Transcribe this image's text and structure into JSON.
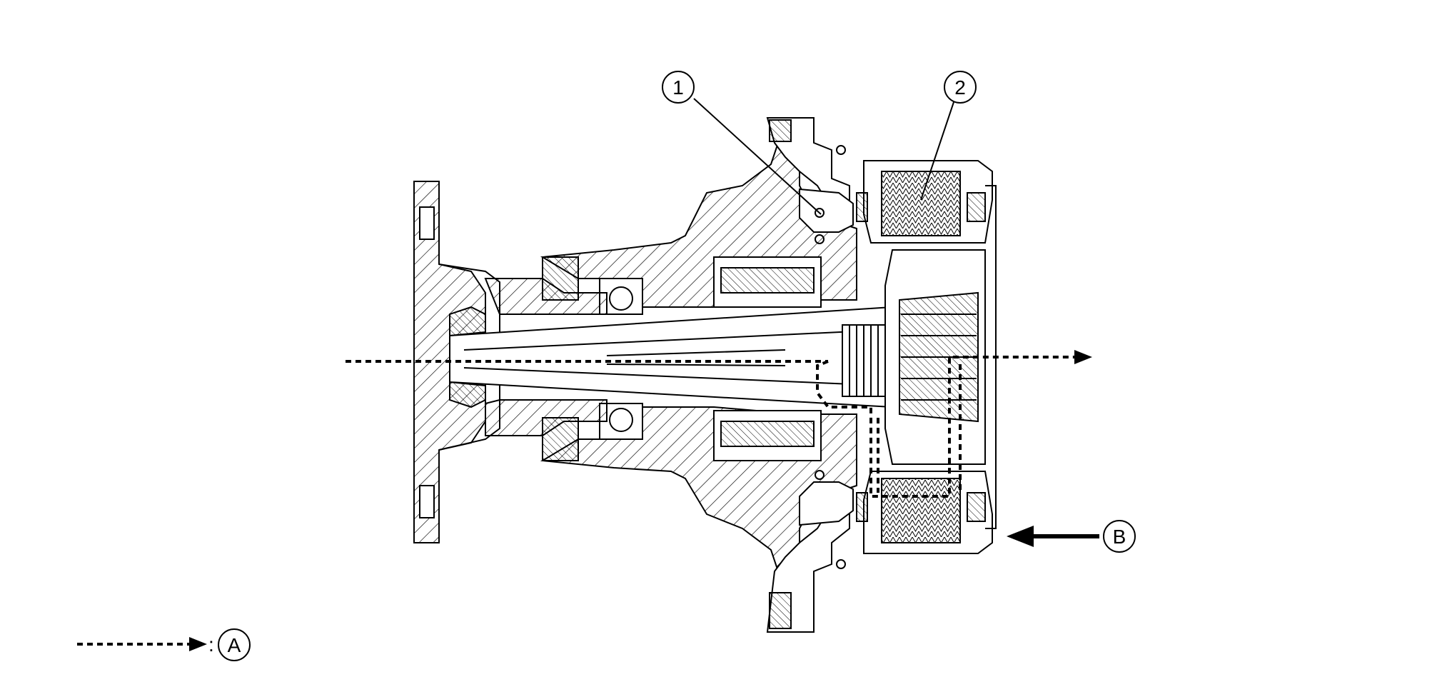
{
  "diagram": {
    "callouts": [
      {
        "id": "callout-1",
        "text": "1"
      },
      {
        "id": "callout-2",
        "text": "2"
      },
      {
        "id": "callout-b",
        "text": "B"
      }
    ],
    "legend": {
      "symbol_text": "A",
      "separator": ":"
    },
    "colors": {
      "line": "#000000",
      "background": "#ffffff"
    }
  }
}
